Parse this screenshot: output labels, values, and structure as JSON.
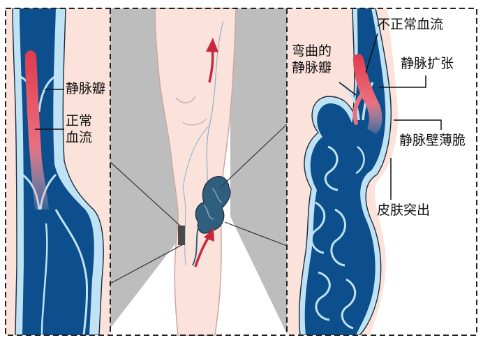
{
  "labels": {
    "venous_valve": "静脉瓣",
    "normal_flow_1": "正常",
    "normal_flow_2": "血流",
    "abnormal_flow": "不正常血流",
    "curved_valve_1": "弯曲的",
    "curved_valve_2": "静脉瓣",
    "vein_dilation": "静脉扩张",
    "thin_vein_wall": "静脉壁薄脆",
    "skin_bulge": "皮肤突出"
  },
  "colors": {
    "skin": "#fbe3dc",
    "vein_dark": "#0d4f8c",
    "vein_light": "#bfe3f5",
    "blood_red": "#e23a4c",
    "outline": "#1b2a3a",
    "gray_beam": "#bdbdbd"
  }
}
